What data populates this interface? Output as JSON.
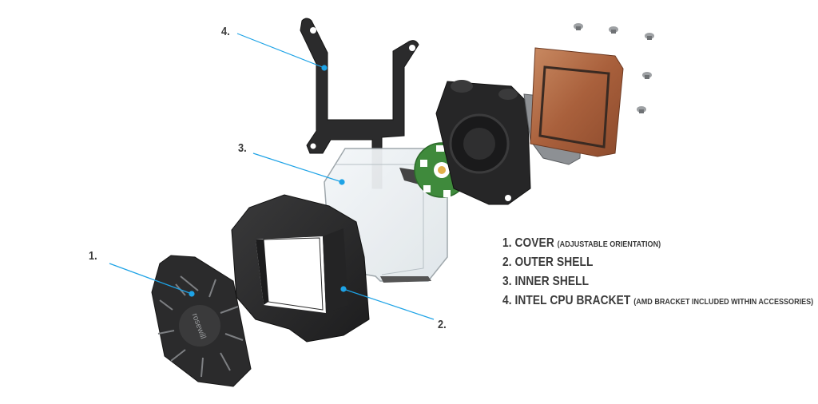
{
  "callouts": [
    {
      "id": "cover",
      "number": "1."
    },
    {
      "id": "outer-shell",
      "number": "2."
    },
    {
      "id": "inner-shell",
      "number": "3."
    },
    {
      "id": "cpu-bracket",
      "number": "4."
    }
  ],
  "legend": [
    {
      "number": "1.",
      "label": "COVER",
      "note": "(ADJUSTABLE ORIENTATION)"
    },
    {
      "number": "2.",
      "label": "OUTER SHELL",
      "note": ""
    },
    {
      "number": "3.",
      "label": "INNER SHELL",
      "note": ""
    },
    {
      "number": "4.",
      "label": "INTEL CPU BRACKET",
      "note": "(AMD BRACKET INCLUDED WITHIN ACCESSORIES)"
    }
  ],
  "cover_logo": "rosewill",
  "colors": {
    "callout_line": "#1ea3e6",
    "text": "#3a3a3a",
    "plastic_dark": "#2b2b2c",
    "copper": "#b8714a",
    "pcb_green": "#3f8a3c"
  }
}
